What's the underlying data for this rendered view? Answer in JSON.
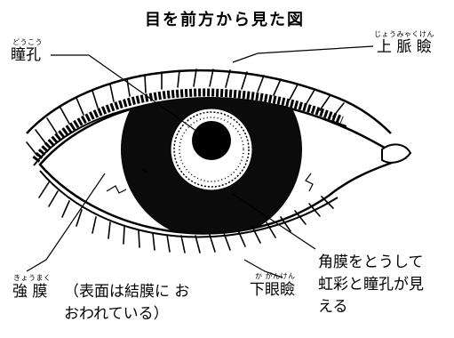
{
  "title": "目を前方から見た図",
  "labels": {
    "pupil": {
      "text": "瞳孔",
      "ruby": "どうこう"
    },
    "upper_eyelid": {
      "text": "上 脈 瞼",
      "ruby": "じょうみゃくけん"
    },
    "sclera": {
      "text": "強 膜",
      "ruby": "きょうまく",
      "note": "（表面は結膜に おおわれている）"
    },
    "lower_eyelid": {
      "text": "下眼瞼",
      "ruby": "か がんけん"
    },
    "cornea_note": "角膜をとうして 虹彩と瞳孔が見 える"
  },
  "colors": {
    "ink": "#000000",
    "paper": "#ffffff"
  }
}
